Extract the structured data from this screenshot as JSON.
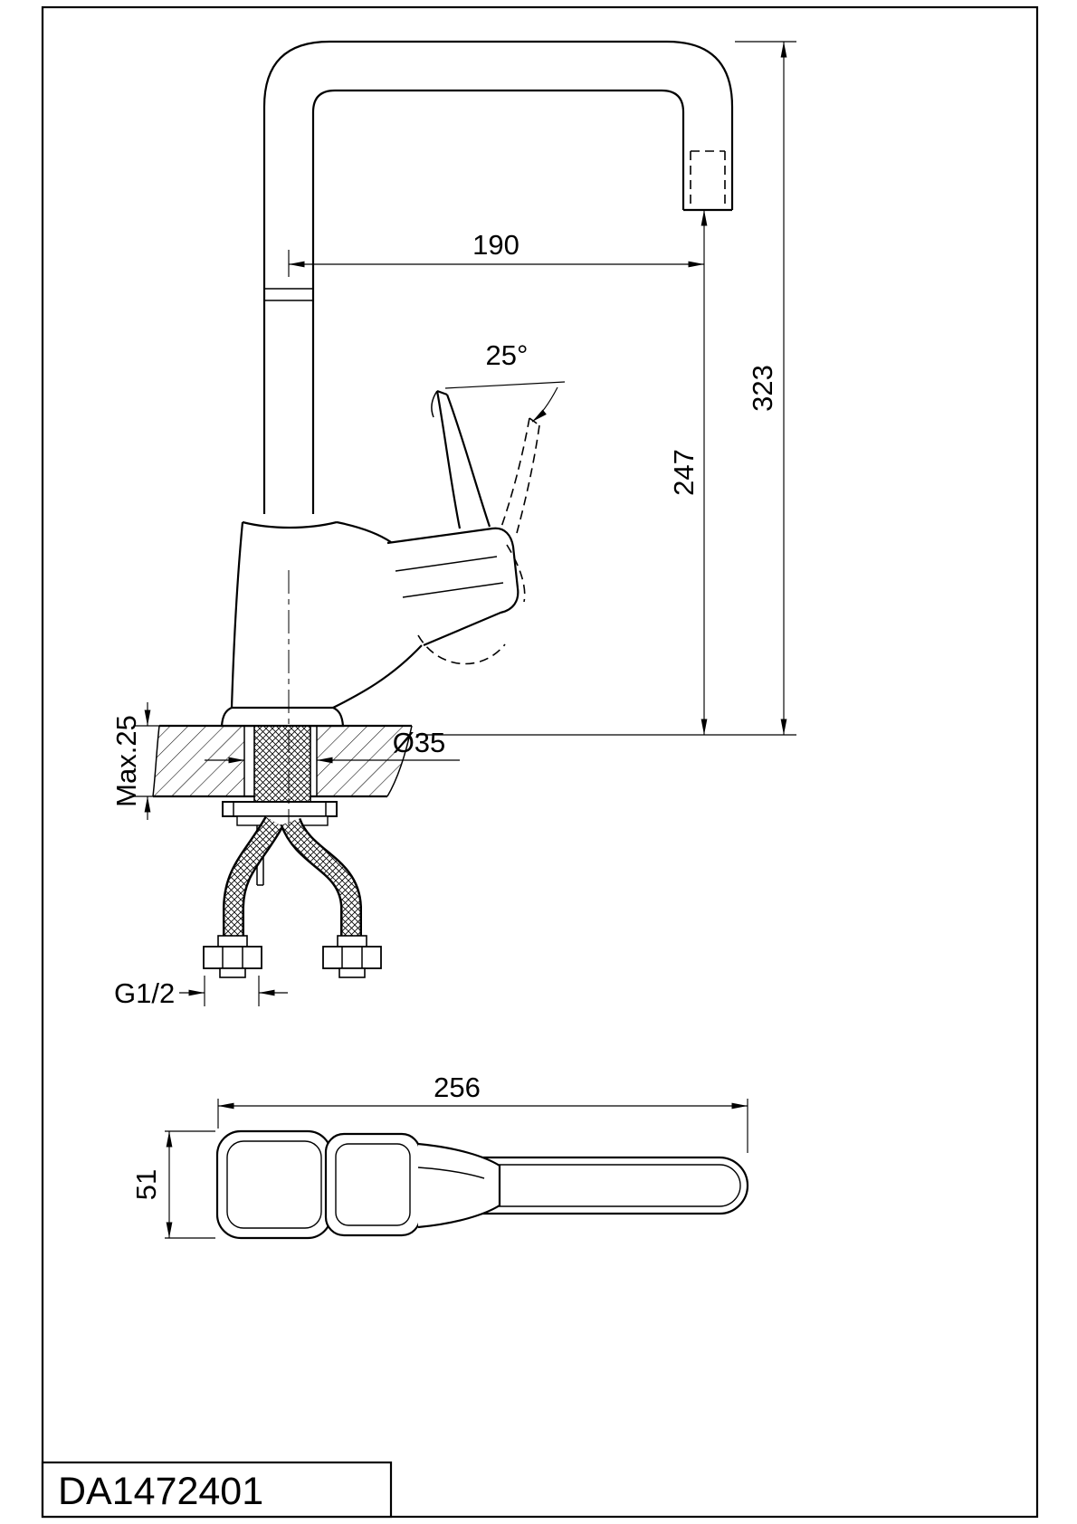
{
  "title_block": {
    "part_number": "DA1472401"
  },
  "front_view": {
    "dim_spout_reach": "190",
    "dim_overall_height": "323",
    "dim_spout_height": "247",
    "dim_handle_angle": "25°",
    "dim_hole_diameter": "Ø35",
    "dim_max_thickness": "Max.25",
    "dim_thread": "G1/2"
  },
  "plan_view": {
    "dim_length": "256",
    "dim_width": "51"
  },
  "colors": {
    "line": "#000000",
    "background": "#ffffff"
  }
}
